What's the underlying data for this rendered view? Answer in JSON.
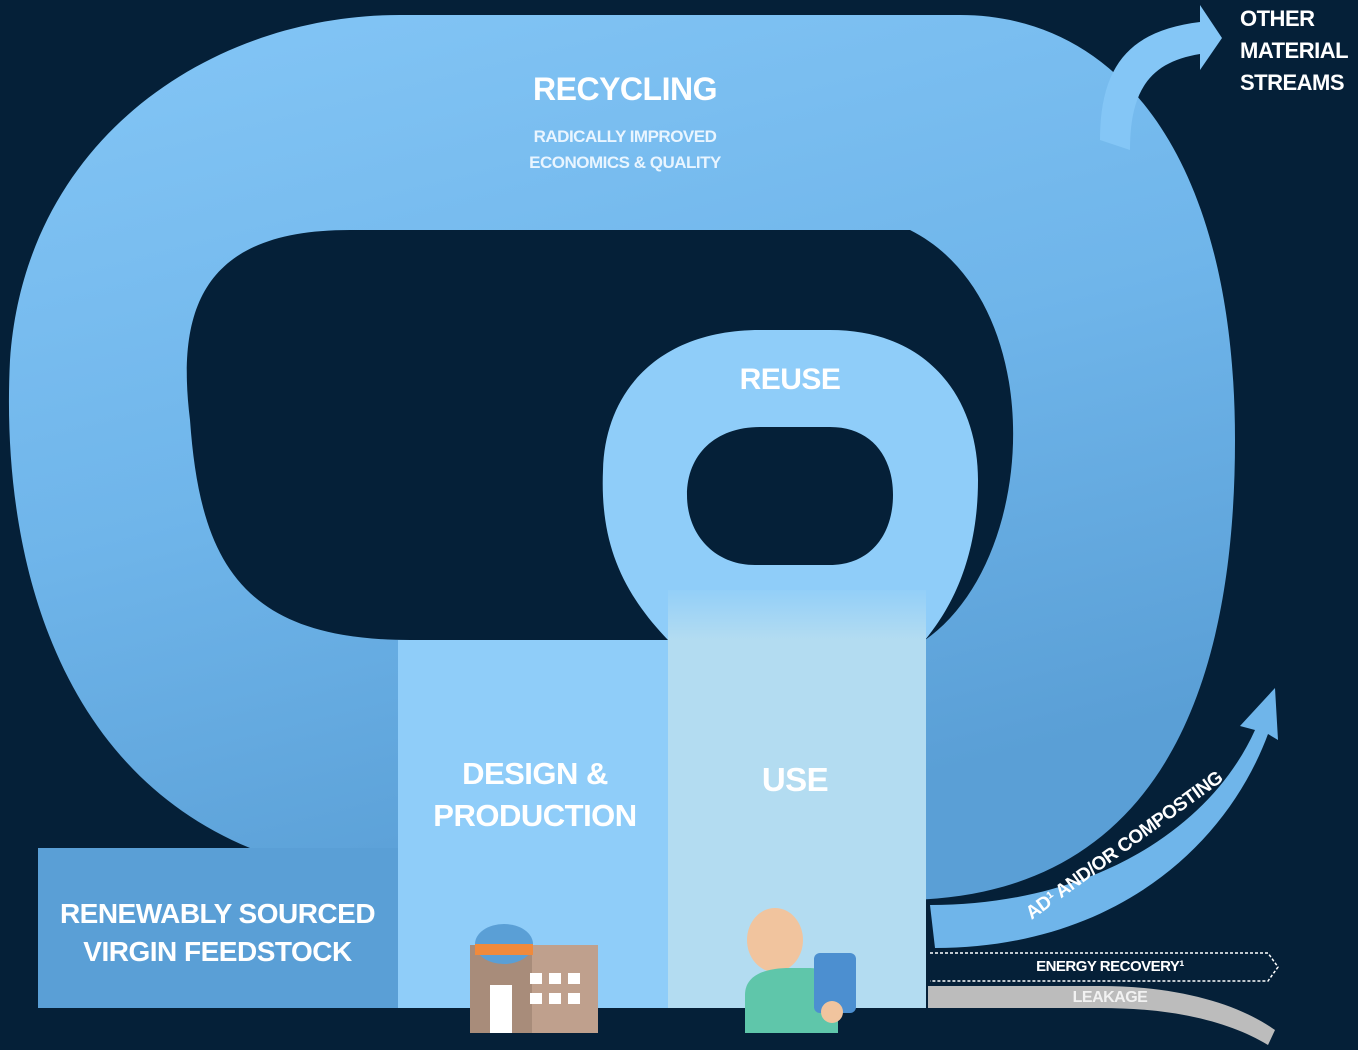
{
  "diagram": {
    "recycling": {
      "title": "RECYCLING",
      "subtitle_line1": "RADICALLY IMPROVED",
      "subtitle_line2": "ECONOMICS & QUALITY"
    },
    "reuse": "REUSE",
    "design_production": {
      "line1": "DESIGN &",
      "line2": "PRODUCTION"
    },
    "use": "USE",
    "renewable_feedstock": {
      "line1": "RENEWABLY SOURCED",
      "line2": "VIRGIN FEEDSTOCK"
    },
    "other_streams": {
      "line1": "OTHER",
      "line2": "MATERIAL",
      "line3": "STREAMS"
    },
    "energy_recovery": "ENERGY RECOVERY¹",
    "leakage": "LEAKAGE",
    "ad_composting": "AD¹ AND/OR COMPOSTING"
  },
  "colors": {
    "background": "#052038",
    "flow_light": "#8fcdf9",
    "flow_mid": "#6fb5ea",
    "flow_dark": "#5a9fd6",
    "use_block": "#b3dcf1",
    "leakage_grey": "#bcbcbc"
  },
  "icons": [
    "factory-icon",
    "person-with-phone-icon"
  ]
}
